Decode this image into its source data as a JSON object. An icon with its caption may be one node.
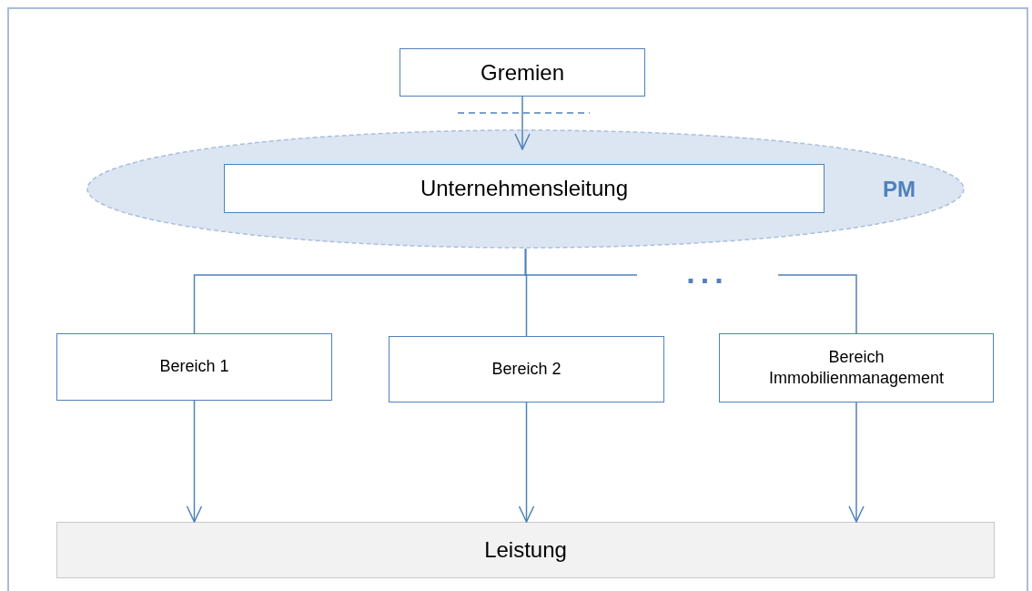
{
  "diagram": {
    "nodes": [
      {
        "text": [
          "Gremien"
        ]
      },
      {
        "text": [
          "PM"
        ]
      },
      {
        "text": [
          "Unternehmensleitung"
        ],
        "in": 1
      },
      {
        "text": [
          "Bereich 1"
        ]
      },
      {
        "text": [
          "Bereich 2"
        ]
      },
      {
        "text": [
          "Bereich Immobilienmanagement"
        ]
      },
      {
        "text": [
          "Leistung"
        ]
      }
    ],
    "edges": [
      {
        "from": 0,
        "to": 1,
        "arrow": "to"
      },
      {
        "from": 1,
        "to": 3,
        "arrow": "none"
      },
      {
        "from": 1,
        "to": 4,
        "arrow": "none"
      },
      {
        "from": 1,
        "to": 5,
        "arrow": "none"
      },
      {
        "from": 3,
        "to": 6,
        "arrow": "to"
      },
      {
        "from": 4,
        "to": 6,
        "arrow": "to"
      },
      {
        "from": 5,
        "to": 6,
        "arrow": "to"
      }
    ],
    "labels": [
      "..."
    ]
  }
}
